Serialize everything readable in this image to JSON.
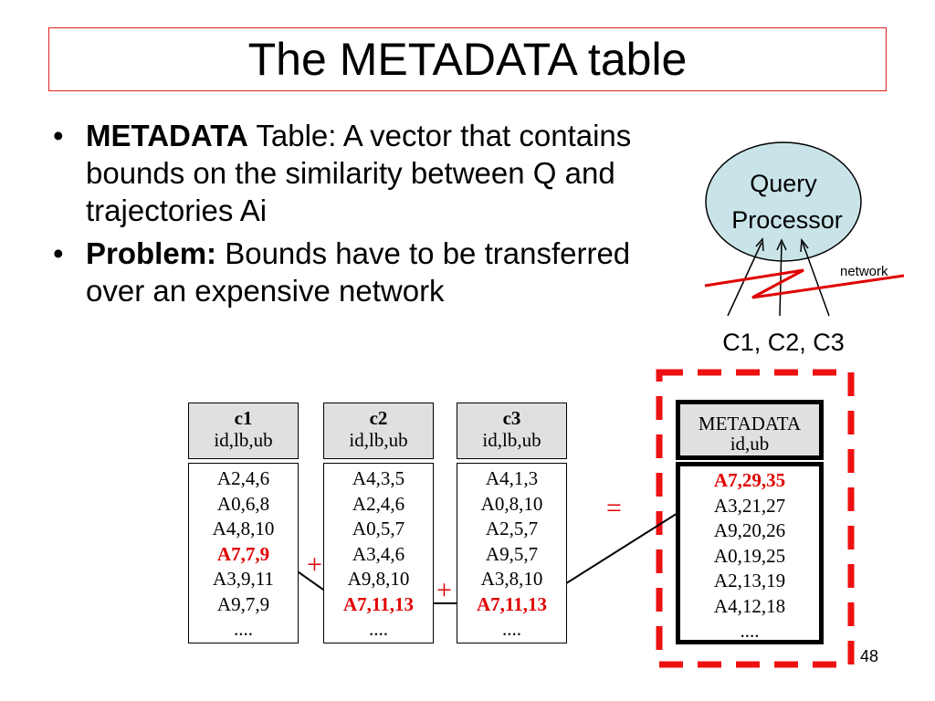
{
  "slide": {
    "title": "The METADATA table",
    "page_number": "48"
  },
  "bullets": [
    {
      "marker": "•",
      "bold": "METADATA",
      "text": " Table: A vector that contains bounds on the similarity between Q and trajectories Ai"
    },
    {
      "marker": "•",
      "bold": "Problem:",
      "text": " Bounds have to be transferred over an expensive network"
    }
  ],
  "diagram": {
    "processor_label_1": "Query",
    "processor_label_2": "Processor",
    "network_label": "network",
    "clients_label": "C1, C2, C3",
    "plus_symbol": "+",
    "equals_symbol": "=",
    "tables": [
      {
        "name": "c1",
        "columns": "id,lb,ub",
        "rows": [
          "A2,4,6",
          "A0,6,8",
          "A4,8,10",
          "A7,7,9",
          "A3,9,11",
          "A9,7,9",
          "...."
        ],
        "highlight_index": 3
      },
      {
        "name": "c2",
        "columns": "id,lb,ub",
        "rows": [
          "A4,3,5",
          "A2,4,6",
          "A0,5,7",
          "A3,4,6",
          "A9,8,10",
          "A7,11,13",
          "...."
        ],
        "highlight_index": 5
      },
      {
        "name": "c3",
        "columns": "id,lb,ub",
        "rows": [
          "A4,1,3",
          "A0,8,10",
          "A2,5,7",
          "A9,5,7",
          "A3,8,10",
          "A7,11,13",
          "...."
        ],
        "highlight_index": 5
      }
    ],
    "metadata_table": {
      "name": "METADATA",
      "columns": "id,ub",
      "rows": [
        "A7,29,35",
        "A3,21,27",
        "A9,20,26",
        "A0,19,25",
        "A2,13,19",
        "A4,12,18",
        "...."
      ],
      "highlight_index": 0
    },
    "colors": {
      "highlight": "#e00000",
      "title_border": "#e02020",
      "header_fill": "#e0e0e0",
      "ellipse_fill": "#c8e4e8"
    }
  }
}
